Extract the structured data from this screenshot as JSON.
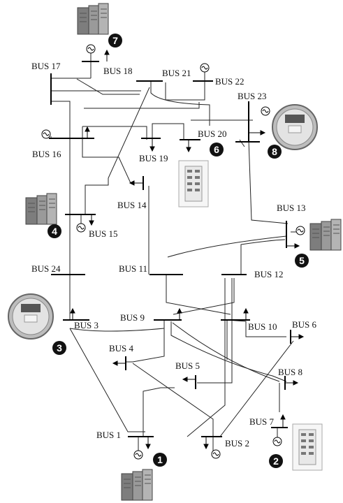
{
  "buses": {
    "b1": "BUS 1",
    "b2": "BUS 2",
    "b3": "BUS 3",
    "b4": "BUS 4",
    "b5": "BUS 5",
    "b6": "BUS 6",
    "b7": "BUS 7",
    "b8": "BUS 8",
    "b9": "BUS 9",
    "b10": "BUS 10",
    "b11": "BUS 11",
    "b12": "BUS 12",
    "b13": "BUS 13",
    "b14": "BUS 14",
    "b15": "BUS 15",
    "b16": "BUS 16",
    "b17": "BUS 17",
    "b18": "BUS 18",
    "b19": "BUS 19",
    "b20": "BUS 20",
    "b21": "BUS 21",
    "b22": "BUS 22",
    "b23": "BUS 23",
    "b24": "BUS 24"
  },
  "markers": [
    "1",
    "2",
    "3",
    "4",
    "5",
    "6",
    "7",
    "8"
  ],
  "icons": {
    "generator": "generator-icon",
    "server": "server-rack-icon",
    "meter": "smart-meter-icon",
    "thermostat": "thermostat-panel-icon"
  },
  "colors": {
    "line": "#222222",
    "bus": "#000000",
    "marker": "#111111"
  }
}
